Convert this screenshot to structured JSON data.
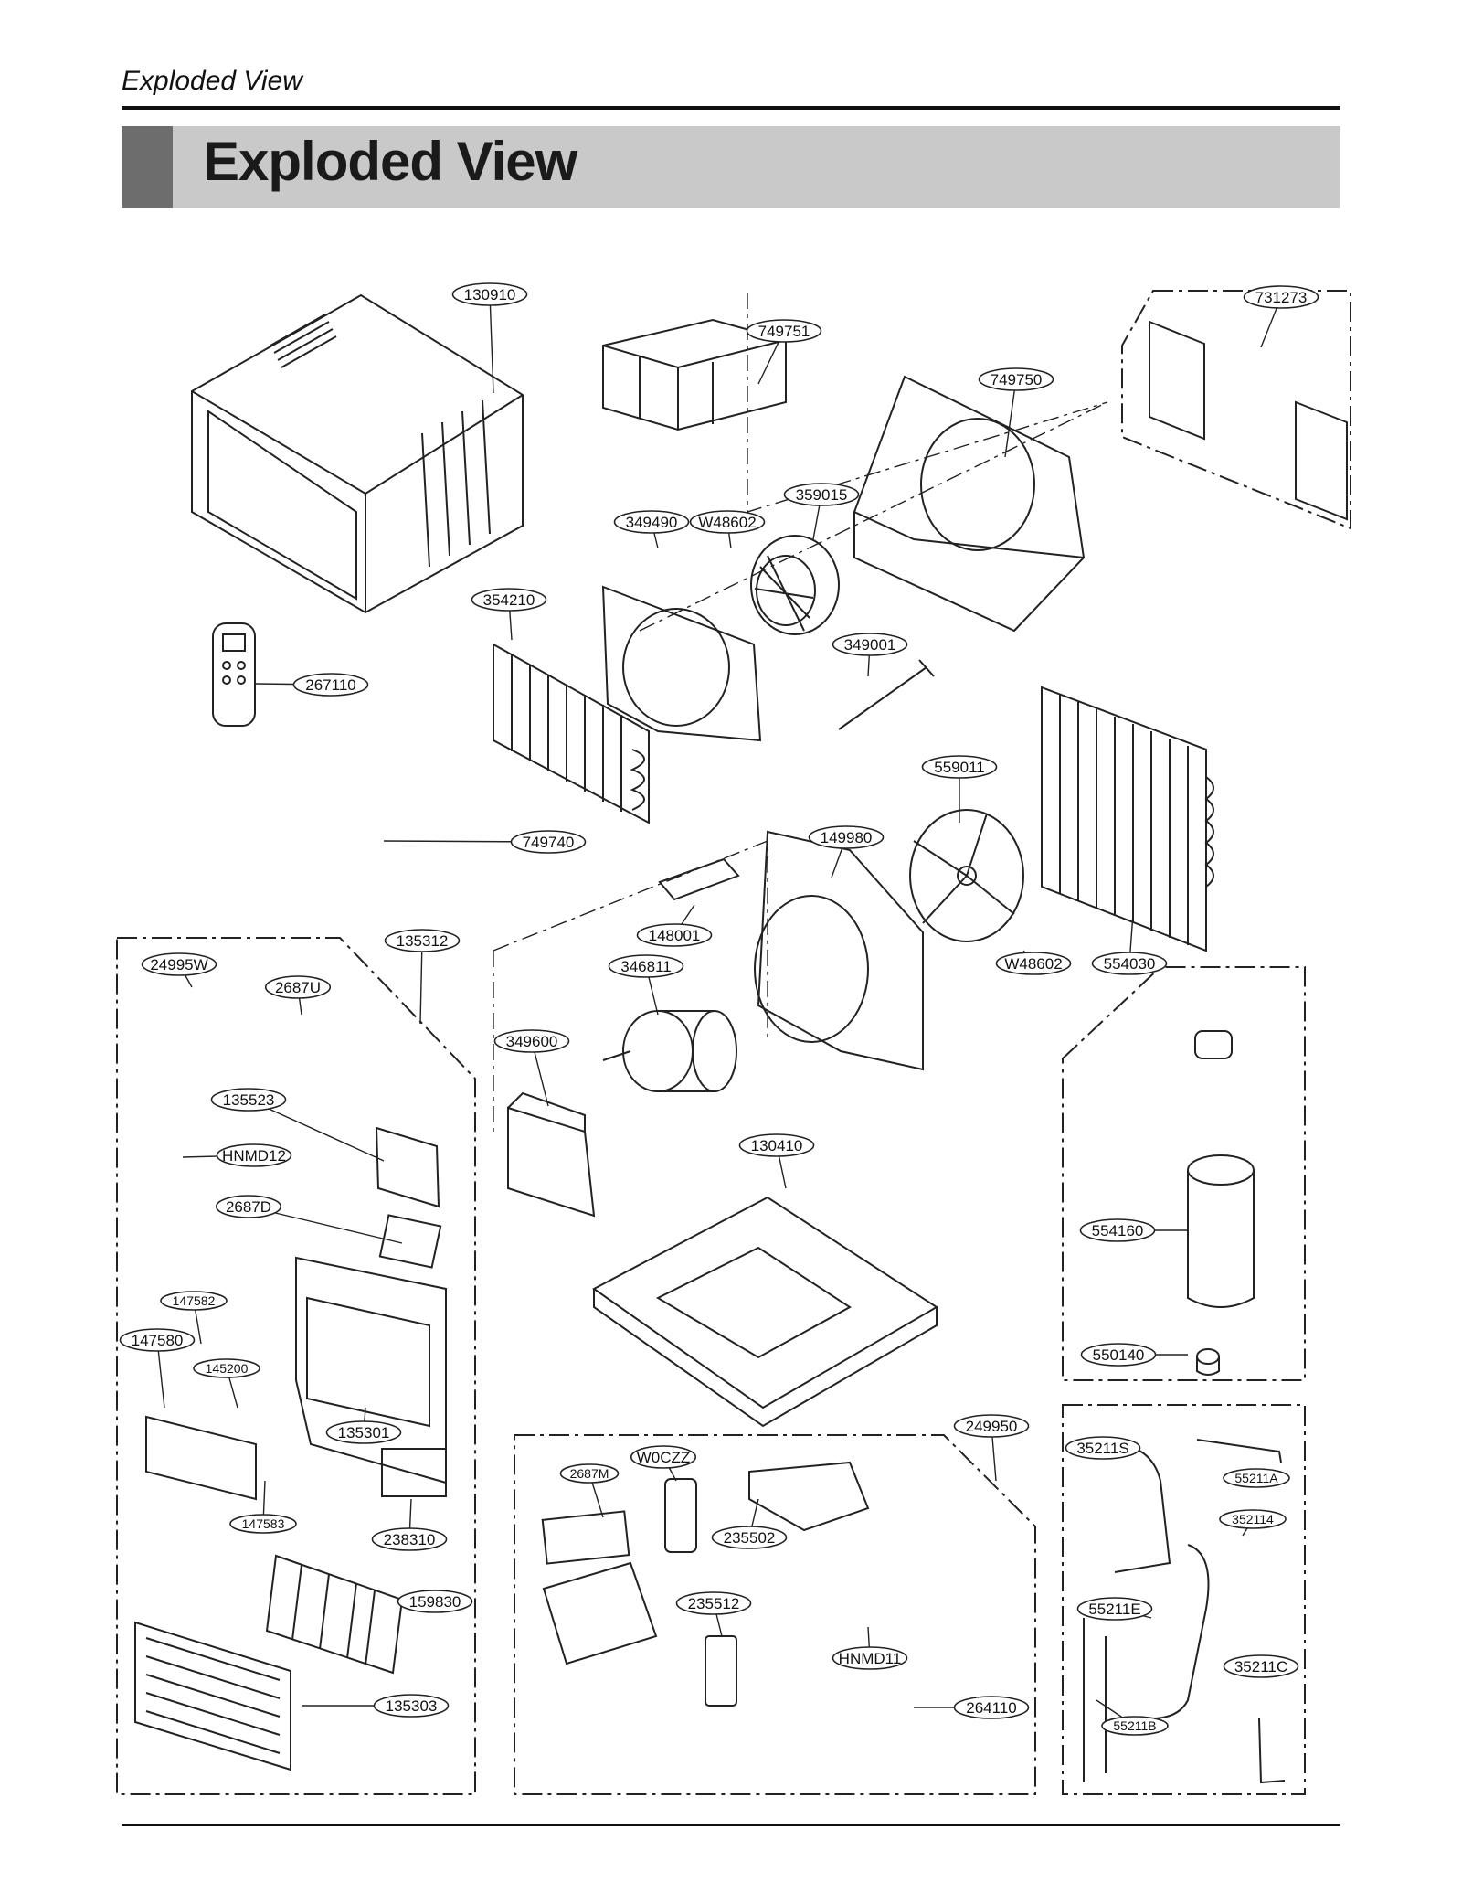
{
  "header": {
    "section_title": "Exploded View",
    "page_title": "Exploded View"
  },
  "part_labels": [
    "130910",
    "749751",
    "749750",
    "731273",
    "359015",
    "349490",
    "W48602",
    "354210",
    "349001",
    "267110",
    "559011",
    "749740",
    "149980",
    "148001",
    "135312",
    "24995W",
    "2687U",
    "346811",
    "W48602",
    "554030",
    "349600",
    "135523",
    "HNMD12",
    "130410",
    "2687D",
    "554160",
    "147582",
    "147580",
    "145200",
    "135301",
    "550140",
    "249950",
    "W0CZZ",
    "2687M",
    "35211S",
    "55211A",
    "352114",
    "235502",
    "238310",
    "147583",
    "55211E",
    "235512",
    "159830",
    "HNMD11",
    "35211C",
    "264110",
    "135303",
    "55211B"
  ]
}
